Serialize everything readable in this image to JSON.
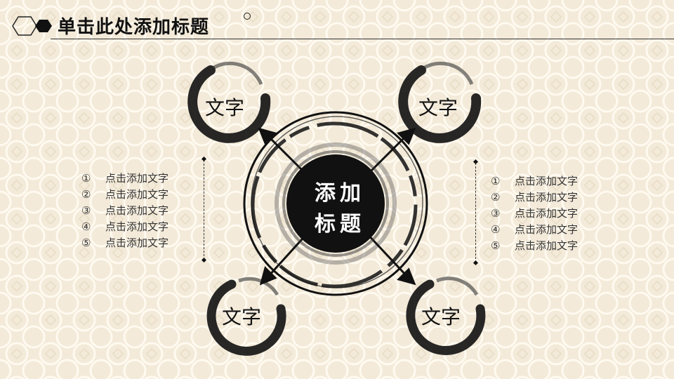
{
  "header": {
    "title": "单击此处添加标题"
  },
  "center": {
    "line1": "添加",
    "line2": "标题"
  },
  "nodes": {
    "top_left": "文字",
    "top_right": "文字",
    "bottom_left": "文字",
    "bottom_right": "文字"
  },
  "left_list": [
    {
      "num": "①",
      "text": "点击添加文字"
    },
    {
      "num": "②",
      "text": "点击添加文字"
    },
    {
      "num": "③",
      "text": "点击添加文字"
    },
    {
      "num": "④",
      "text": "点击添加文字"
    },
    {
      "num": "⑤",
      "text": "点击添加文字"
    }
  ],
  "right_list": [
    {
      "num": "①",
      "text": "点击添加文字"
    },
    {
      "num": "②",
      "text": "点击添加文字"
    },
    {
      "num": "③",
      "text": "点击添加文字"
    },
    {
      "num": "④",
      "text": "点击添加文字"
    },
    {
      "num": "⑤",
      "text": "点击添加文字"
    }
  ],
  "colors": {
    "background": "#f3ead9",
    "ink": "#111111",
    "pattern": "#ffffff"
  }
}
